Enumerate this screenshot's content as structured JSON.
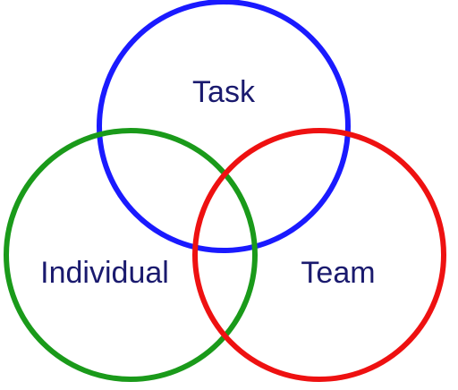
{
  "diagram": {
    "type": "venn",
    "circles": [
      {
        "id": "task",
        "label": "Task",
        "color": "#1a1aff"
      },
      {
        "id": "individual",
        "label": "Individual",
        "color": "#1a9a1a"
      },
      {
        "id": "team",
        "label": "Team",
        "color": "#ee1111"
      }
    ],
    "label_color": "#1a1a6e"
  }
}
